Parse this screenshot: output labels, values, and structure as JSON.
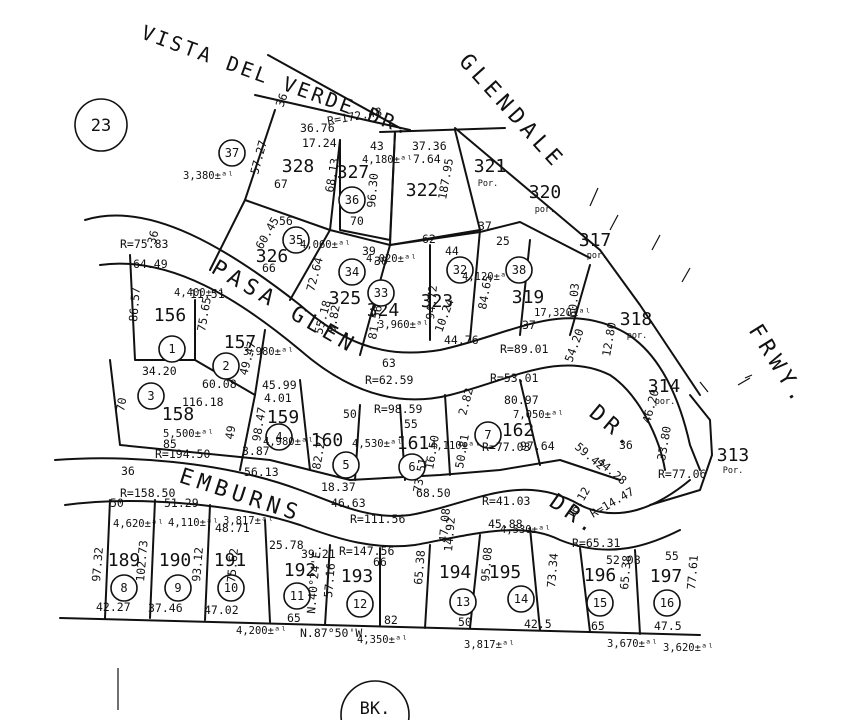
{
  "map_number": "23",
  "book_label": "BK.",
  "streets": {
    "vista": "VISTA DEL VERDE DR.",
    "glendale": "GLENDALE",
    "frwy": "FRWY.",
    "pasa_glen": "PASA GLEN",
    "pasa_glen_dr": "DR.",
    "emburns": "EMBURNS",
    "emburns_dr": "DR."
  },
  "parcels": [
    {
      "id": "p328",
      "num": "328",
      "lot": "37",
      "area": "3,380±ᵃˡ"
    },
    {
      "id": "p327",
      "num": "327",
      "lot": "36",
      "area": "4,180±ᵃˡ"
    },
    {
      "id": "p322",
      "num": "322"
    },
    {
      "id": "p321",
      "num": "321",
      "note": "Por."
    },
    {
      "id": "p320",
      "num": "320",
      "note": "por."
    },
    {
      "id": "p317",
      "num": "317",
      "note": "por."
    },
    {
      "id": "p318",
      "num": "318",
      "note": "por."
    },
    {
      "id": "p314",
      "num": "314",
      "note": "por."
    },
    {
      "id": "p313",
      "num": "313",
      "note": "Por."
    },
    {
      "id": "p326",
      "num": "326",
      "lot": "35",
      "area": "4,060±ᵃˡ"
    },
    {
      "id": "p325",
      "num": "325",
      "lot": "34",
      "area": "4,020±ᵃˡ"
    },
    {
      "id": "p324",
      "num": "324",
      "lot": "33",
      "area": "3,960±ᵃˡ"
    },
    {
      "id": "p323",
      "num": "323",
      "lot": "32",
      "area": "4,120±ᵃˡ"
    },
    {
      "id": "p319",
      "num": "319",
      "lot": "38",
      "area": "17,320±ᵃˡ"
    },
    {
      "id": "p156",
      "num": "156",
      "lot": "1",
      "area": "4,400±ᵃˡ"
    },
    {
      "id": "p157",
      "num": "157",
      "lot": "2",
      "area": "3,980±ᵃˡ"
    },
    {
      "id": "p158",
      "num": "158",
      "lot": "3",
      "area": "5,500±ᵃˡ"
    },
    {
      "id": "p159",
      "num": "159",
      "lot": "4",
      "area": "4,980±ᵃˡ"
    },
    {
      "id": "p160",
      "num": "160",
      "lot": "5",
      "area": "4,530±ᵃˡ"
    },
    {
      "id": "p161",
      "num": "161",
      "lot": "6",
      "area": "4,110±ᵃˡ"
    },
    {
      "id": "p162",
      "num": "162",
      "lot": "7",
      "area": "7,050±ᵃˡ"
    },
    {
      "id": "p189",
      "num": "189",
      "lot": "8",
      "area": "4,620±ᵃˡ"
    },
    {
      "id": "p190",
      "num": "190",
      "lot": "9",
      "area": "4,110±ᵃˡ"
    },
    {
      "id": "p191",
      "num": "191",
      "lot": "10",
      "area": "3,817±ᵃˡ"
    },
    {
      "id": "p192",
      "num": "192",
      "lot": "11",
      "area": "4,200±ᵃˡ"
    },
    {
      "id": "p193",
      "num": "193",
      "lot": "12",
      "area": "4,350±ᵃˡ"
    },
    {
      "id": "p194",
      "num": "194",
      "lot": "13",
      "area": "3,817±ᵃˡ"
    },
    {
      "id": "p195",
      "num": "195",
      "lot": "14",
      "area": "4,530±ᵃˡ"
    },
    {
      "id": "p196",
      "num": "196",
      "lot": "15",
      "area": "3,670±ᵃˡ"
    },
    {
      "id": "p197",
      "num": "197",
      "lot": "16",
      "area": "3,620±ᵃˡ"
    }
  ],
  "dimensions": [
    "36",
    "R=172.48",
    "36.76",
    "17.24",
    "57.27",
    "68.13",
    "67",
    "43",
    "96.30",
    "70",
    "37.36",
    "7.64",
    "187.95",
    "37",
    "60.45",
    "56",
    "66",
    "72.64",
    "39",
    "30",
    "62",
    "44",
    "94.72",
    "10.24",
    "44.76",
    "25",
    "84.65",
    "60.03",
    "37",
    "36",
    "R=75.83",
    "64.49",
    "11.51",
    "86.57",
    "75.65",
    "49.47",
    "34.20",
    "60.08",
    "63",
    "R=62.59",
    "9.82",
    "55.18",
    "81.56",
    "R=89.01",
    "54.20",
    "12.80",
    "46.20",
    "33.80",
    "R=77.06",
    "116.18",
    "70",
    "85",
    "45.99",
    "4.01",
    "98.47",
    "3.87",
    "56.13",
    "82.27",
    "50",
    "R=98.59",
    "55",
    "2.82",
    "R=53.01",
    "80.97",
    "59.42",
    "44.28",
    "97.64",
    "36",
    "18.37",
    "46.63",
    "73.51",
    "68.50",
    "16.50",
    "50.81",
    "R=77.03",
    "R=14.47",
    "49",
    "R=194.50",
    "36",
    "R=158.50",
    "R=111.56",
    "R=41.03",
    "45.88",
    "16.12",
    "R=65.31",
    "50",
    "51.29",
    "48.71",
    "25.78",
    "39.21",
    "R=147.56",
    "47.08",
    "14.92",
    "66",
    "52.08",
    "55",
    "97.32",
    "102.73",
    "93.12",
    "75.62",
    "57.16",
    "N.40°24'E.",
    "65.38",
    "95.08",
    "73.34",
    "65.38",
    "77.61",
    "42.27",
    "37.46",
    "47.02",
    "65",
    "82",
    "50",
    "42.5",
    "65",
    "47.5",
    "N.87°50'W."
  ]
}
